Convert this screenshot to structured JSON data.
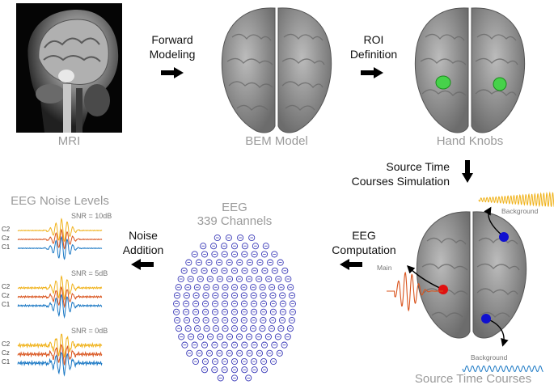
{
  "labels": {
    "mri": "MRI",
    "bem": "BEM Model",
    "hand": "Hand Knobs",
    "eeg_title_1": "EEG",
    "eeg_title_2": "339 Channels",
    "noise_levels": "EEG Noise Levels",
    "stc": "Source Time Courses"
  },
  "steps": {
    "forward_1": "Forward",
    "forward_2": "Modeling",
    "roi_1": "ROI",
    "roi_2": "Definition",
    "sim_1": "Source Time",
    "sim_2": "Courses Simulation",
    "eegc_1": "EEG",
    "eegc_2": "Computation",
    "noise_1": "Noise",
    "noise_2": "Addition"
  },
  "annotations": {
    "main": "Main",
    "background_top": "Background",
    "background_bottom": "Background"
  },
  "snr_levels": [
    "SNR = 10dB",
    "SNR = 5dB",
    "SNR = 0dB"
  ],
  "channels": [
    "C2",
    "Cz",
    "C1"
  ],
  "colors": {
    "c2": "#f0b21a",
    "cz": "#d9541e",
    "c1": "#1a78c4",
    "main_wave": "#d9541e",
    "bg_top_wave": "#f0b21a",
    "bg_bottom_wave": "#1a78c4",
    "roi": "#46d24a",
    "source_red": "#e01010",
    "source_blue": "#1010d0",
    "electrode": "#3a3ab8"
  },
  "icons": [
    "mri-image",
    "brain-bem",
    "brain-roi",
    "brain-sources",
    "electrode-cap",
    "arrow-right",
    "arrow-down",
    "arrow-left"
  ]
}
